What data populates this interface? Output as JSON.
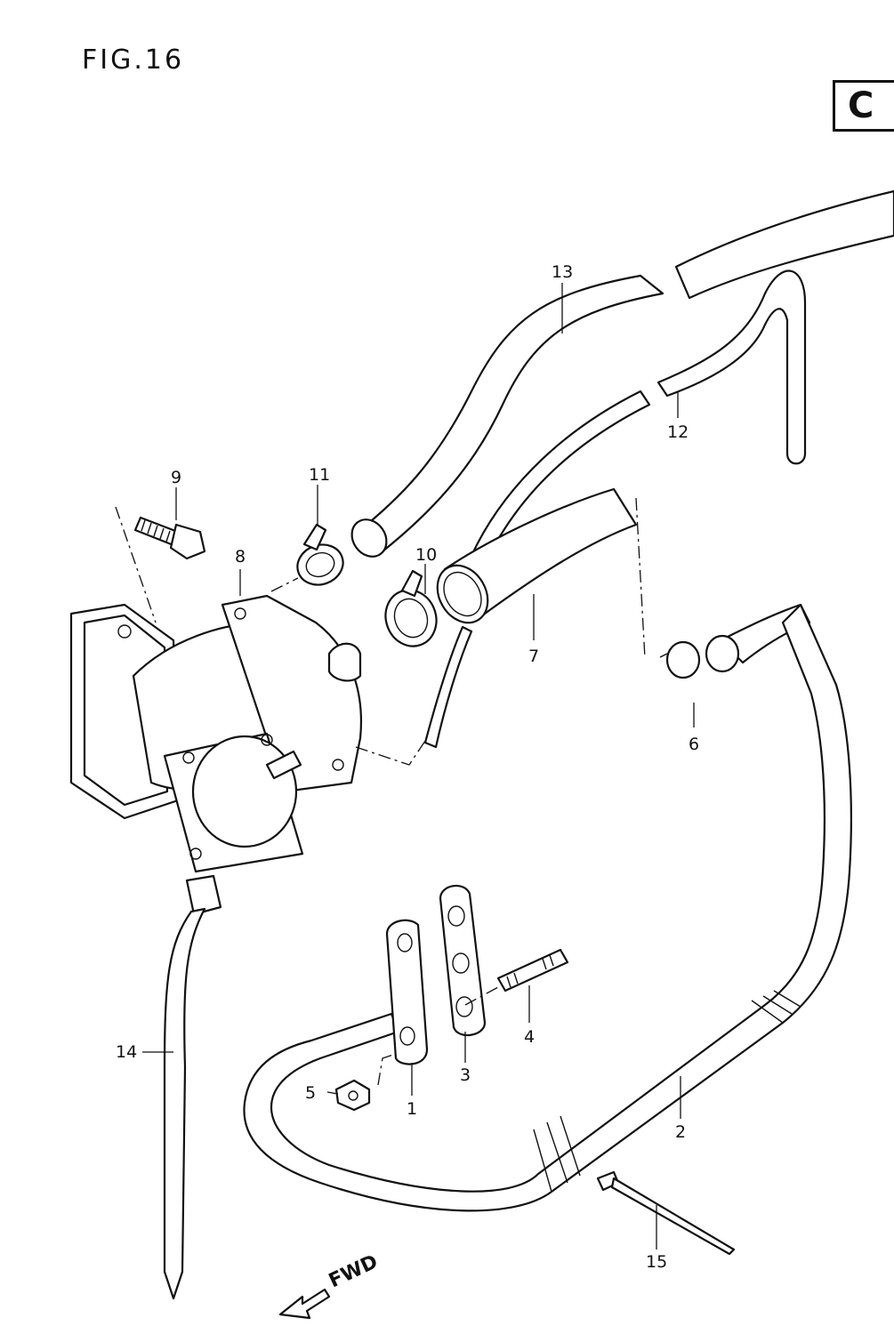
{
  "figure": {
    "title": "FIG.16",
    "section": "C"
  },
  "callouts": [
    {
      "id": "1",
      "label": "1"
    },
    {
      "id": "2",
      "label": "2"
    },
    {
      "id": "3",
      "label": "3"
    },
    {
      "id": "4",
      "label": "4"
    },
    {
      "id": "5",
      "label": "5"
    },
    {
      "id": "6",
      "label": "6"
    },
    {
      "id": "7",
      "label": "7"
    },
    {
      "id": "8",
      "label": "8"
    },
    {
      "id": "9",
      "label": "9"
    },
    {
      "id": "10",
      "label": "10"
    },
    {
      "id": "11",
      "label": "11"
    },
    {
      "id": "12",
      "label": "12"
    },
    {
      "id": "13",
      "label": "13"
    },
    {
      "id": "14",
      "label": "14"
    },
    {
      "id": "15",
      "label": "15"
    }
  ],
  "direction": {
    "label": "FWD"
  }
}
